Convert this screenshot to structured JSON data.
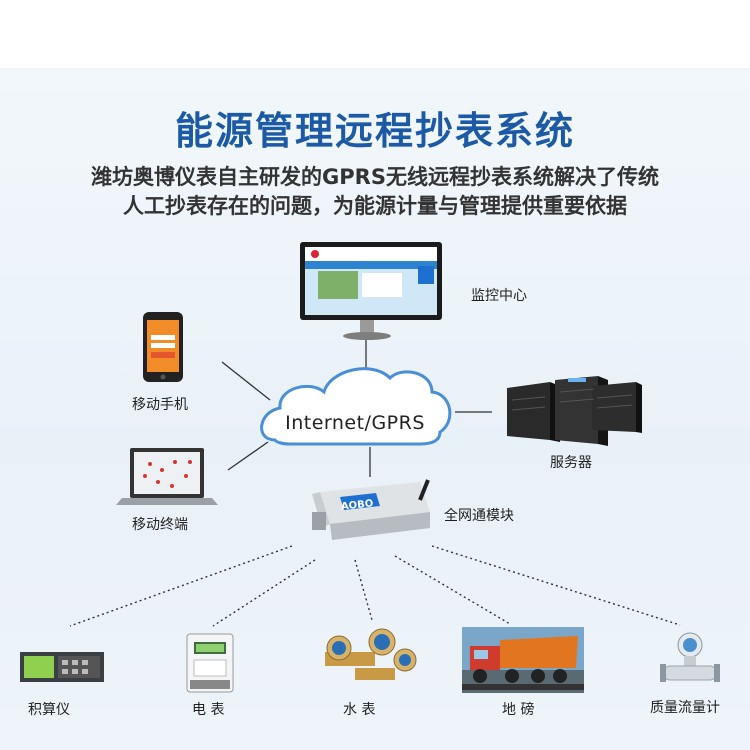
{
  "title": "能源管理远程抄表系统",
  "subtitle_line1": "潍坊奥博仪表自主研发的GPRS无线远程抄表系统解决了传统",
  "subtitle_line2": "人工抄表存在的问题，为能源计量与管理提供重要依据",
  "cloud_label": "Internet/GPRS",
  "nodes": {
    "monitor_center": "监控中心",
    "mobile_phone": "移动手机",
    "server": "服务器",
    "mobile_terminal": "移动终端",
    "network_module": "全网通模块"
  },
  "module_brand": "AOBO",
  "devices": {
    "integrator": "积算仪",
    "electric_meter": "电 表",
    "water_meter": "水 表",
    "weighbridge": "地 磅",
    "mass_flowmeter": "质量流量计"
  },
  "colors": {
    "title": "#1c5aa6",
    "brand_blue": "#1f6fd1",
    "truck_orange": "#e2751f"
  }
}
